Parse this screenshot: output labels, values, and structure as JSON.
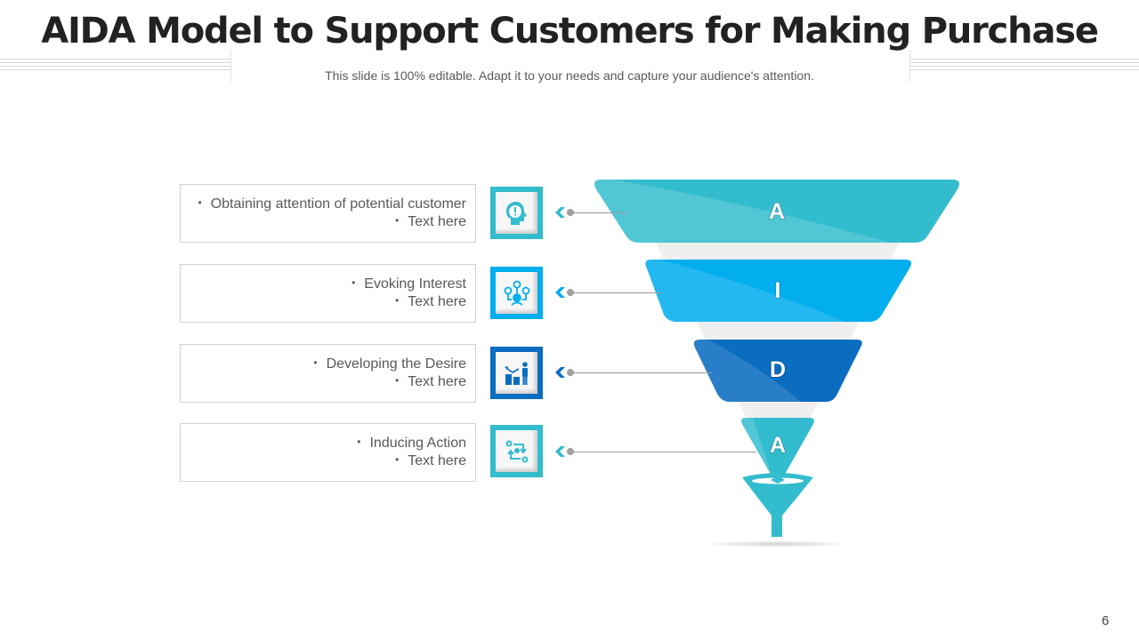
{
  "slide": {
    "title": "AIDA Model to Support Customers for Making Purchase",
    "subtitle": "This slide is 100% editable. Adapt it to your needs and capture your audience's attention.",
    "page_number": "6"
  },
  "bullet_glyph": "•",
  "stages": [
    {
      "letter": "A",
      "stage": "Attention",
      "color": "#33BCCD",
      "icon": "head-exclamation-icon",
      "lines": [
        "Obtaining attention of potential customer",
        "Text here"
      ]
    },
    {
      "letter": "I",
      "stage": "Interest",
      "color": "#03AEEE",
      "icon": "people-network-icon",
      "lines": [
        "Evoking Interest",
        "Text here"
      ]
    },
    {
      "letter": "D",
      "stage": "Desire",
      "color": "#0A6DBF",
      "icon": "growth-chart-person-icon",
      "lines": [
        "Developing the Desire",
        "Text here"
      ]
    },
    {
      "letter": "A",
      "stage": "Action",
      "color": "#33BCCD",
      "icon": "process-cycle-icon",
      "lines": [
        "Inducing Action",
        "Text here"
      ]
    }
  ],
  "colors": {
    "background_funnel": "#EFEFEF",
    "connector": "#9A9A9A",
    "textbox_border": "#D3D3D3"
  }
}
